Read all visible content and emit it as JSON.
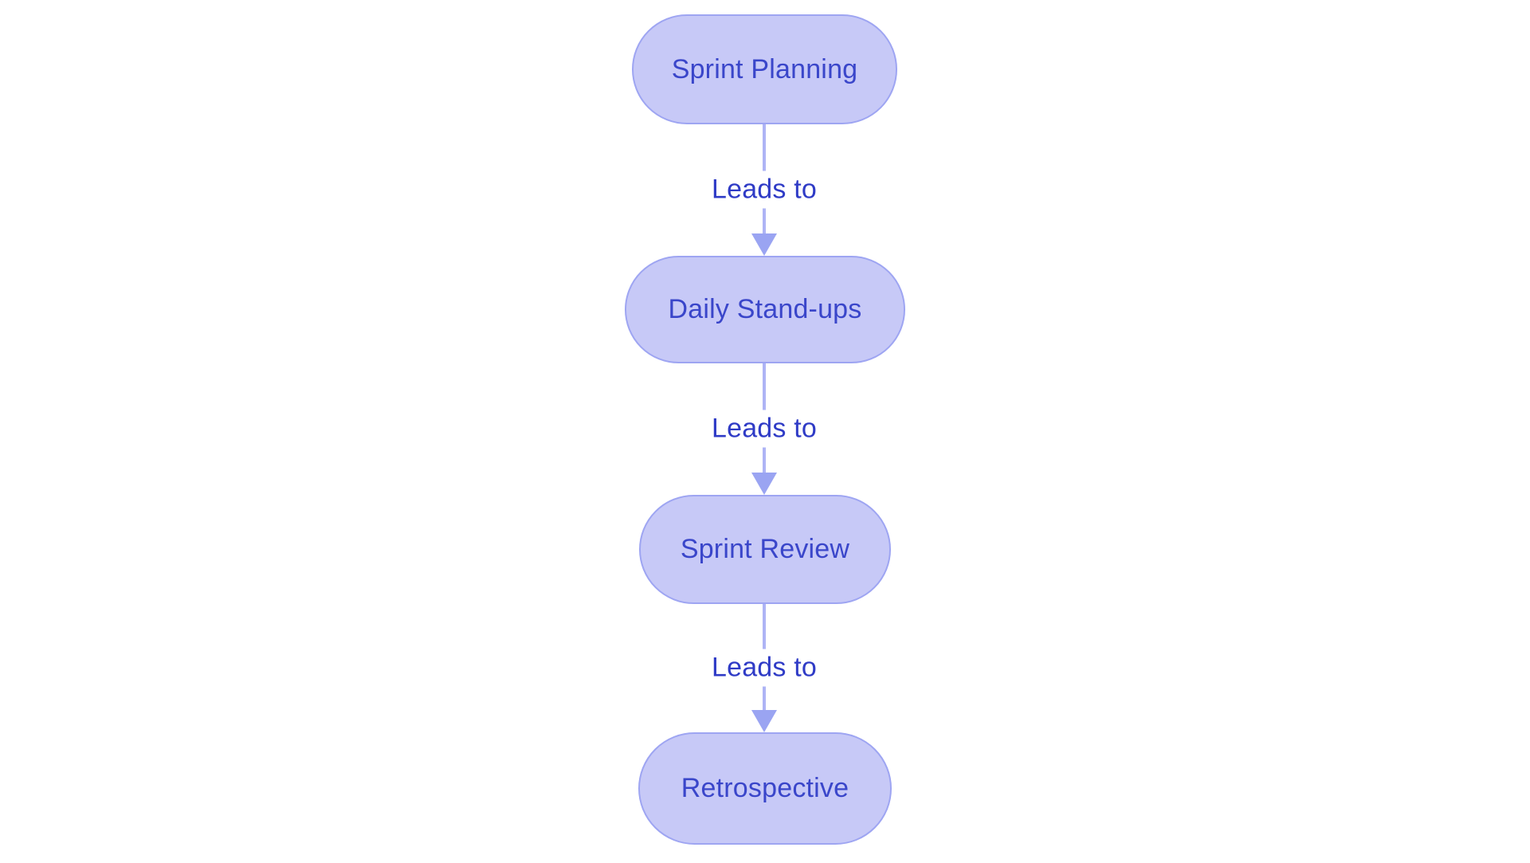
{
  "diagram": {
    "type": "flowchart",
    "direction": "top-down",
    "nodes": [
      {
        "id": "sprint-planning",
        "label": "Sprint Planning"
      },
      {
        "id": "daily-stand-ups",
        "label": "Daily Stand-ups"
      },
      {
        "id": "sprint-review",
        "label": "Sprint Review"
      },
      {
        "id": "retrospective",
        "label": "Retrospective"
      }
    ],
    "edges": [
      {
        "from": "sprint-planning",
        "to": "daily-stand-ups",
        "label": "Leads to"
      },
      {
        "from": "daily-stand-ups",
        "to": "sprint-review",
        "label": "Leads to"
      },
      {
        "from": "sprint-review",
        "to": "retrospective",
        "label": "Leads to"
      }
    ],
    "colors": {
      "background": "#ffffff",
      "node_fill": "#c7c9f7",
      "node_border": "#9ea5f2",
      "node_text": "#3a46ca",
      "edge_line": "#aeb4f5",
      "arrowhead": "#9aa4f2",
      "edge_label_text": "#2f3bc6"
    }
  }
}
